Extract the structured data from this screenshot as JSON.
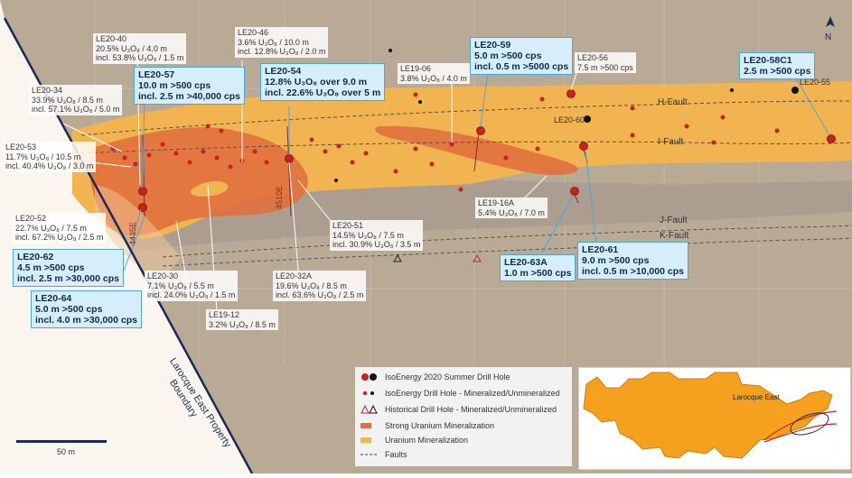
{
  "colors": {
    "background": "#b9aa96",
    "uranium_mineralization": "#f1b450",
    "strong_mineralization": "#e0703e",
    "callout_fill": "#d6eefb",
    "callout_border": "#4aa6d8",
    "boundary_line": "#1b2b55",
    "drill_hole": "#c8211e"
  },
  "north_label": "N",
  "scale_label": "50 m",
  "boundary_label": [
    "Larocque East Property",
    "Boundary"
  ],
  "faults": [
    {
      "name": "H-Fault"
    },
    {
      "name": "I-Fault"
    },
    {
      "name": "J-Fault"
    },
    {
      "name": "K-Fault"
    }
  ],
  "section_labels": [
    "4435E",
    "4510E"
  ],
  "labels": [
    {
      "id": "le20-40",
      "name": "LE20-40",
      "line1": "20.5% U₃O₈ / 4.0 m",
      "line2": "incl. 53.8% U₃O₈ / 1.5 m"
    },
    {
      "id": "le20-46",
      "name": "LE20-46",
      "line1": "3.6% U₃O₈ / 10.0 m",
      "line2": "incl. 12.8% U₃O₈ / 2.0 m"
    },
    {
      "id": "le20-34",
      "name": "LE20-34",
      "line1": "33.9% U₃O₈ / 8.5 m",
      "line2": "incl. 57.1% U₃O₈ / 5.0 m"
    },
    {
      "id": "le20-53",
      "name": "LE20-53",
      "line1": "11.7% U₃O₈ / 10.5 m",
      "line2": "incl. 40.4% U₃O₈ / 3.0 m"
    },
    {
      "id": "le20-52",
      "name": "LE20-52",
      "line1": "22.7% U₃O₈ / 7.5 m",
      "line2": "incl. 67.2% U₃O₈ / 2.5 m"
    },
    {
      "id": "le19-06",
      "name": "LE19-06",
      "line1": "3.8% U₃O₈ / 4.0 m",
      "line2": ""
    },
    {
      "id": "le20-56",
      "name": "LE20-56",
      "line1": "7.5 m >500 cps",
      "line2": ""
    },
    {
      "id": "le19-16a",
      "name": "LE19-16A",
      "line1": "5.4% U₃O₈ / 7.0 m",
      "line2": ""
    },
    {
      "id": "le20-51",
      "name": "LE20-51",
      "line1": "14.5% U₃O₈ / 7.5 m",
      "line2": "incl. 30.9% U₃O₈ / 3.5 m"
    },
    {
      "id": "le20-30",
      "name": "LE20-30",
      "line1": "7.1% U₃O₈ / 5.5 m",
      "line2": "incl. 24.0% U₃O₈ / 1.5 m"
    },
    {
      "id": "le19-12",
      "name": "LE19-12",
      "line1": "3.2% U₃O₈ / 8.5 m",
      "line2": ""
    },
    {
      "id": "le20-32a",
      "name": "LE20-32A",
      "line1": "19.6% U₃O₈ / 8.5 m",
      "line2": "incl. 63.6% U₃O₈ / 2.5 m"
    }
  ],
  "callouts": [
    {
      "id": "le20-57",
      "name": "LE20-57",
      "line1": "10.0 m >500 cps",
      "line2": "incl. 2.5 m >40,000 cps"
    },
    {
      "id": "le20-54",
      "name": "LE20-54",
      "line1": "12.8% U₃O₈ over 9.0 m",
      "line2": "incl. 22.6% U₃O₈ over 5 m"
    },
    {
      "id": "le20-59",
      "name": "LE20-59",
      "line1": "5.0 m >500 cps",
      "line2": "incl. 0.5 m >5000 cps"
    },
    {
      "id": "le20-58c1",
      "name": "LE20-58C1",
      "line1": "2.5 m >500 cps",
      "line2": ""
    },
    {
      "id": "le20-62",
      "name": "LE20-62",
      "line1": "4.5 m >500 cps",
      "line2": "incl. 2.5 m >30,000 cps"
    },
    {
      "id": "le20-64",
      "name": "LE20-64",
      "line1": "5.0 m >500 cps",
      "line2": "incl. 4.0 m >30,000 cps"
    },
    {
      "id": "le20-63a",
      "name": "LE20-63A",
      "line1": "1.0 m >500 cps",
      "line2": ""
    },
    {
      "id": "le20-61",
      "name": "LE20-61",
      "line1": "9.0 m >500 cps",
      "line2": "incl. 0.5 m >10,000 cps"
    }
  ],
  "hole_tags": [
    "LE20-55",
    "LE20-60"
  ],
  "legend": {
    "items": [
      {
        "label": "IsoEnergy 2020 Summer Drill Hole",
        "icon": "large-dot-icon"
      },
      {
        "label": "IsoEnergy Drill Hole - Mineralized/Unmineralized",
        "icon": "small-dot-icon"
      },
      {
        "label": "Historical Drill Hole - Mineralized/Unmineralized",
        "icon": "triangle-icon"
      },
      {
        "label": "Strong Uranium Mineralization",
        "icon": "strong-swatch"
      },
      {
        "label": "Uranium  Mineralization",
        "icon": "uranium-swatch"
      },
      {
        "label": "Faults",
        "icon": "fault-line-icon"
      }
    ]
  },
  "inset": {
    "title": "Larocque East"
  }
}
